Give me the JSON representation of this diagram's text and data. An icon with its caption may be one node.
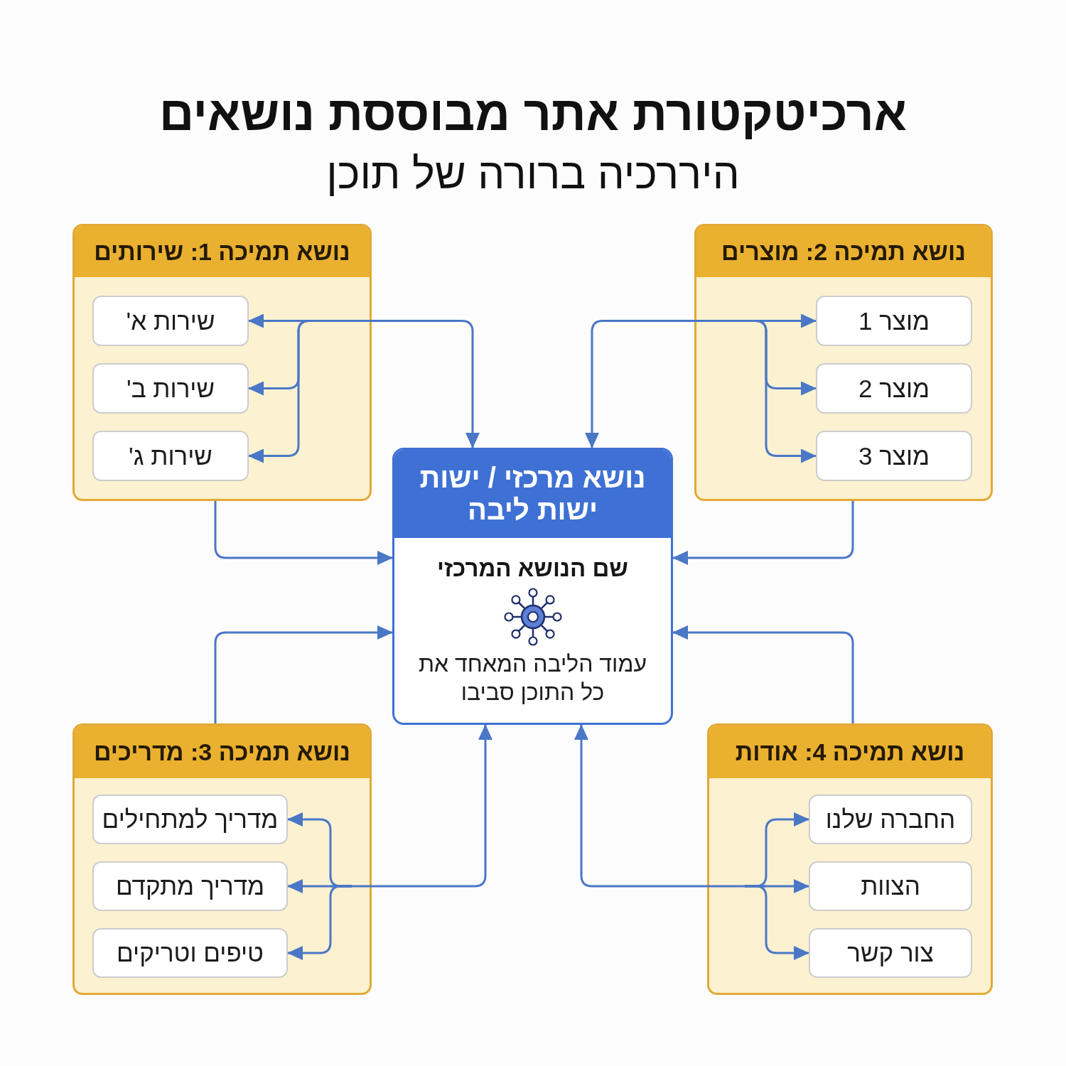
{
  "diagram": {
    "title": "ארכיטקטורת אתר מבוססת נושאים",
    "nodes": [
      {
        "text": [
          "נושא תמיכה 1: שירותים"
        ]
      },
      {
        "text": [
          "שירות א'"
        ],
        "in": 0
      },
      {
        "text": [
          "שירות ב'"
        ],
        "in": 0
      },
      {
        "text": [
          "שירות ג'"
        ],
        "in": 0
      },
      {
        "text": [
          "נושא תמיכה 2: מוצרים"
        ]
      },
      {
        "text": [
          "מוצר 1"
        ],
        "in": 4
      },
      {
        "text": [
          "מוצר 2"
        ],
        "in": 4
      },
      {
        "text": [
          "מוצר 3"
        ],
        "in": 4
      },
      {
        "text": [
          "נושא מרכזי / ישות ישות ליבה",
          "שם הנושא המרכזי",
          "עמוד הליבה המאחד את כל התוכן סביבו"
        ]
      },
      {
        "text": [
          "נושא תמיכה 3: מדריכים"
        ]
      },
      {
        "text": [
          "מדריך למתחילים"
        ],
        "in": 9
      },
      {
        "text": [
          "מדריך מתקדם"
        ],
        "in": 9
      },
      {
        "text": [
          "טיפים וטריקים"
        ],
        "in": 9
      },
      {
        "text": [
          "נושא תמיכה 4: אודות"
        ]
      },
      {
        "text": [
          "החברה שלנו"
        ],
        "in": 13
      },
      {
        "text": [
          "הצוות"
        ],
        "in": 13
      },
      {
        "text": [
          "צור קשר"
        ],
        "in": 13
      }
    ],
    "edges": [
      {
        "from": 8,
        "to": 1,
        "arrow": "both"
      },
      {
        "from": 8,
        "to": 2,
        "arrow": "both"
      },
      {
        "from": 8,
        "to": 3,
        "arrow": "both"
      },
      {
        "from": 0,
        "to": 8,
        "arrow": "to"
      },
      {
        "from": 8,
        "to": 5,
        "arrow": "both"
      },
      {
        "from": 8,
        "to": 6,
        "arrow": "both"
      },
      {
        "from": 8,
        "to": 7,
        "arrow": "both"
      },
      {
        "from": 4,
        "to": 8,
        "arrow": "to"
      },
      {
        "from": 9,
        "to": 8,
        "arrow": "to"
      },
      {
        "from": 8,
        "to": 10,
        "arrow": "both"
      },
      {
        "from": 8,
        "to": 11,
        "arrow": "both"
      },
      {
        "from": 8,
        "to": 12,
        "arrow": "both"
      },
      {
        "from": 13,
        "to": 8,
        "arrow": "to"
      },
      {
        "from": 8,
        "to": 14,
        "arrow": "both"
      },
      {
        "from": 8,
        "to": 15,
        "arrow": "both"
      },
      {
        "from": 8,
        "to": 16,
        "arrow": "both"
      }
    ],
    "labels": [
      "היררכיה ברורה של תוכן"
    ]
  }
}
